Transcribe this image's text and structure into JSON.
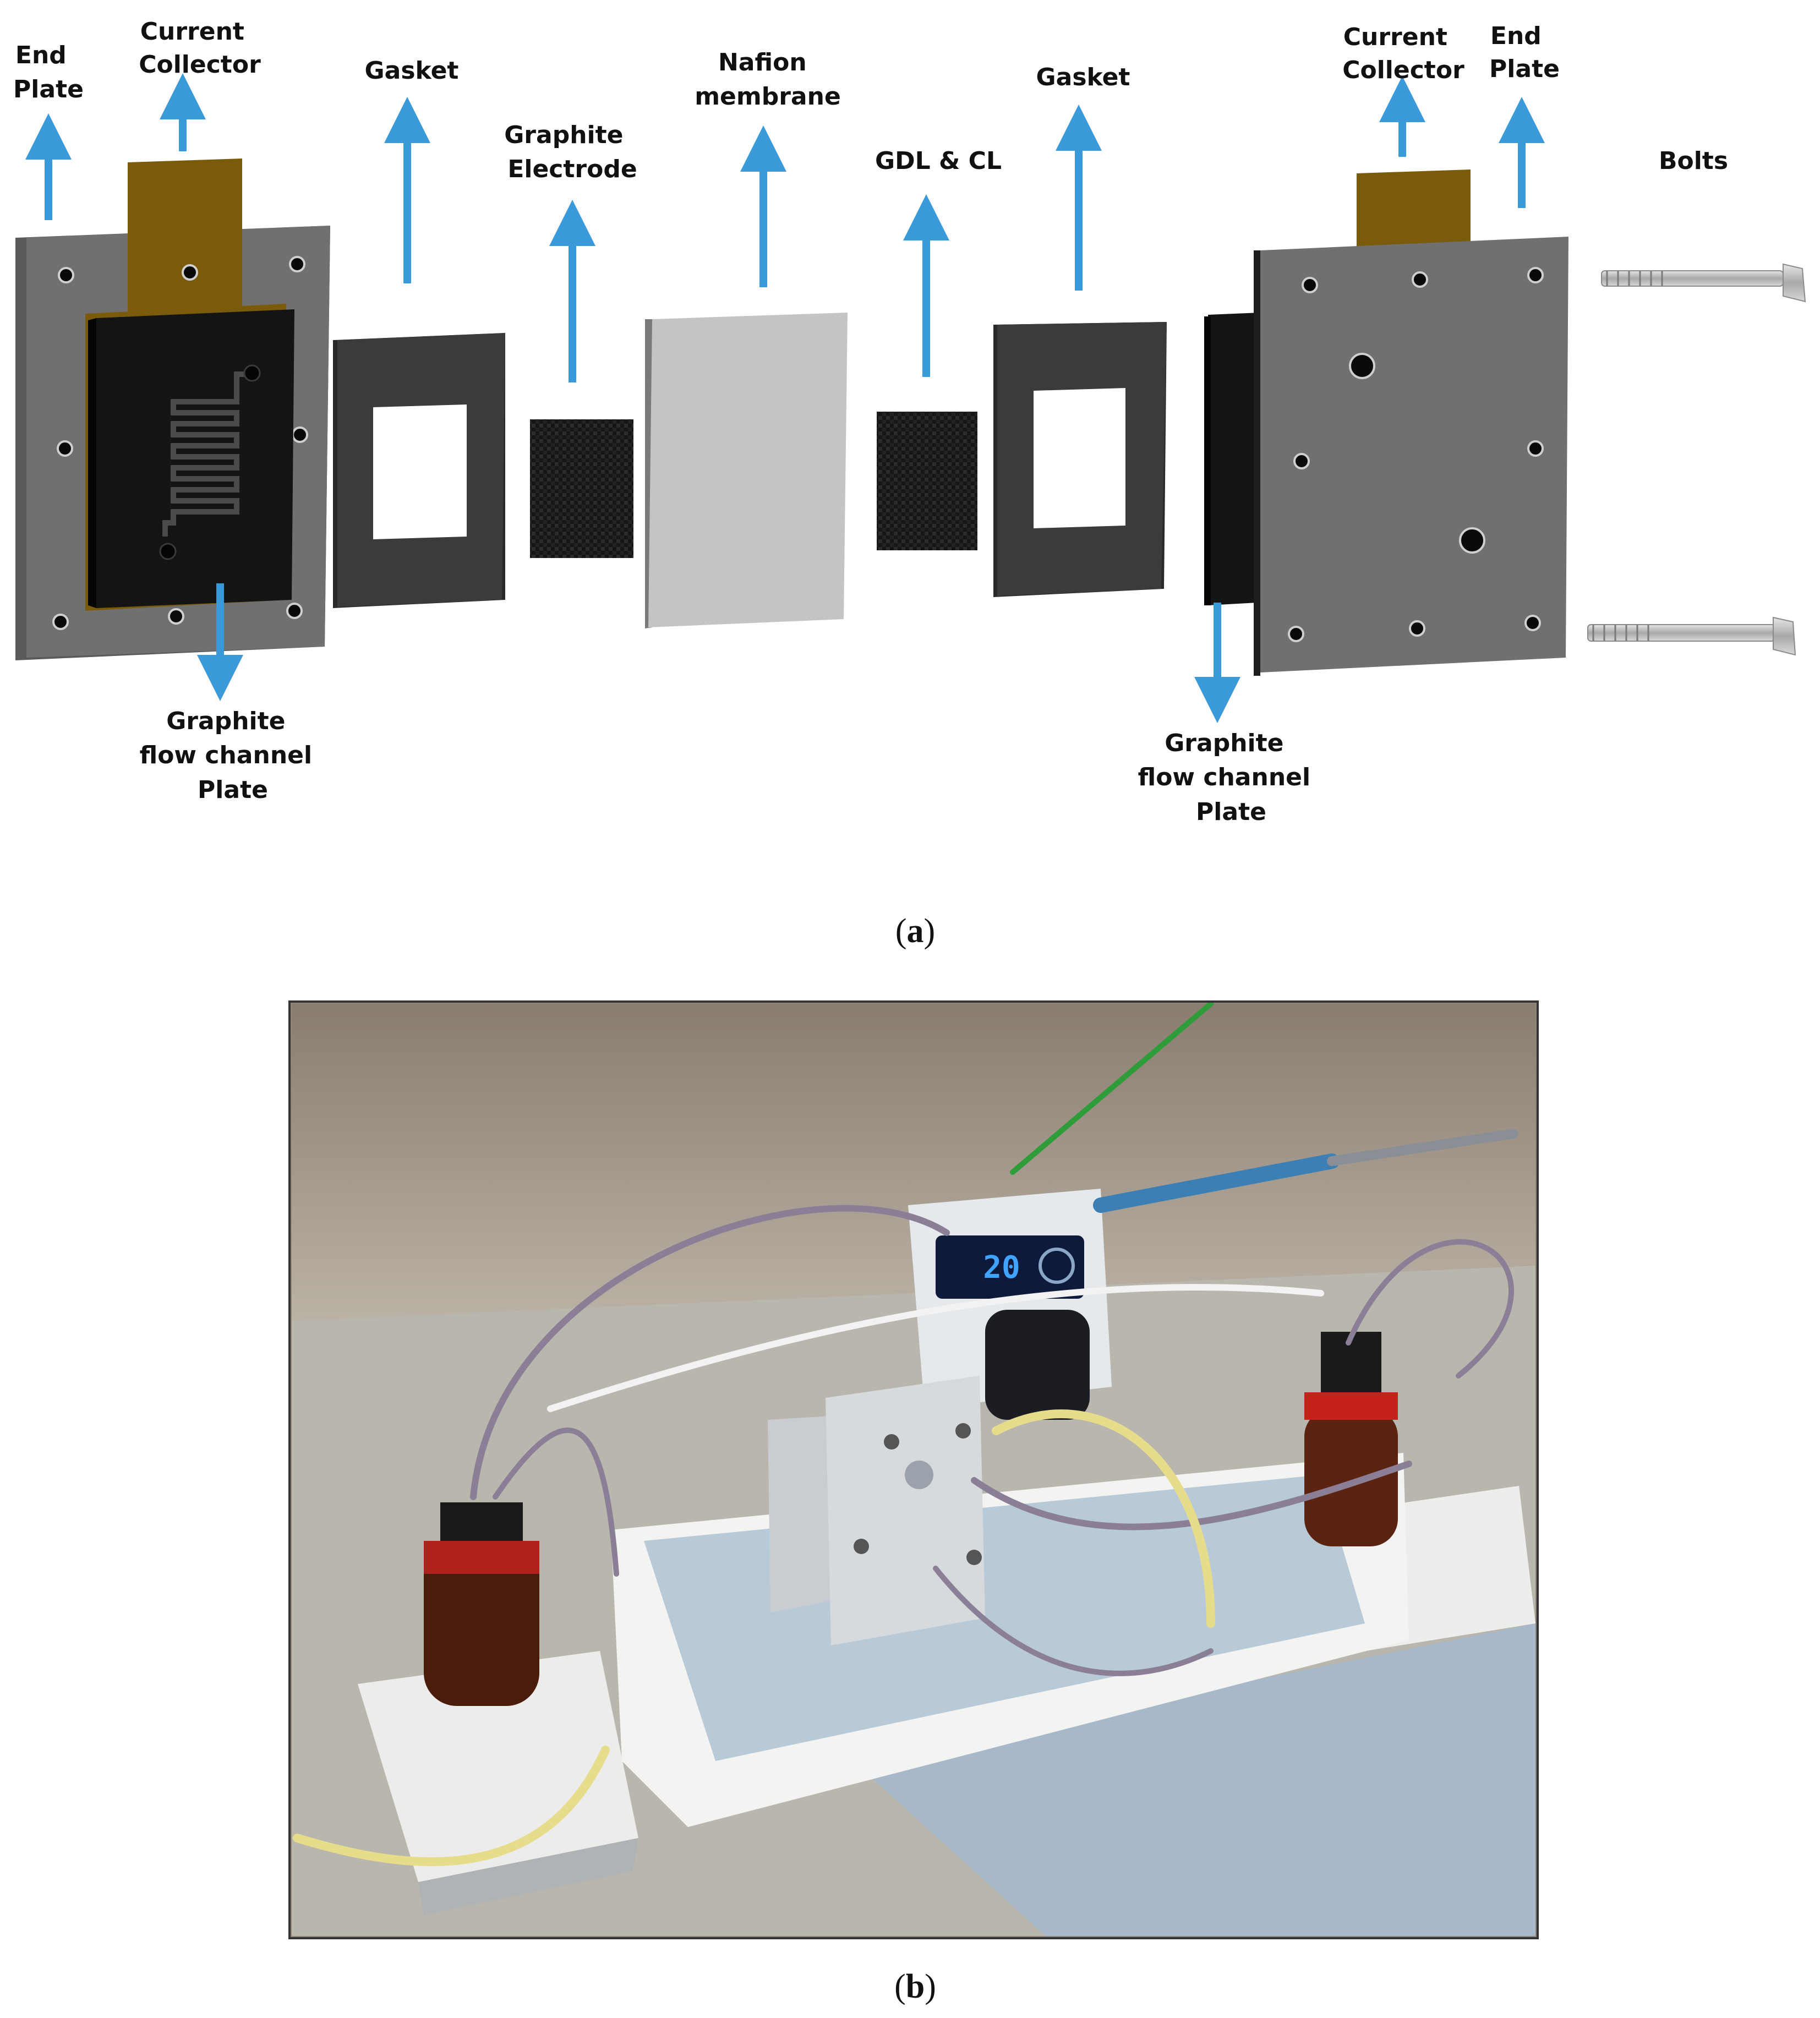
{
  "panel_a": {
    "labels": {
      "end_plate_left": [
        "End",
        "Plate"
      ],
      "current_collector_left": [
        "Current",
        "Collector"
      ],
      "gasket_left": "Gasket",
      "graphite_electrode": [
        "Graphite",
        "Electrode"
      ],
      "nafion_membrane": [
        "Nafion",
        "membrane"
      ],
      "gdl_cl": "GDL & CL",
      "gasket_right": "Gasket",
      "current_collector_right": [
        "Current",
        "Collector"
      ],
      "end_plate_right": [
        "End",
        "Plate"
      ],
      "bolts": "Bolts",
      "flow_plate_left": [
        "Graphite",
        "flow channel",
        "Plate"
      ],
      "flow_plate_right": [
        "Graphite",
        "flow channel",
        "Plate"
      ]
    },
    "caption_open": "(",
    "caption_letter": "a",
    "caption_close": ")"
  },
  "panel_b": {
    "pump_display": "20",
    "caption_open": "(",
    "caption_letter": "b",
    "caption_close": ")"
  },
  "colors": {
    "arrow": "#3a9ad9",
    "end_plate": "#707070",
    "current_collector": "#7a5b0c",
    "graphite": "#141414",
    "gasket": "#3c3a3a",
    "membrane": "#c4c4c4"
  }
}
